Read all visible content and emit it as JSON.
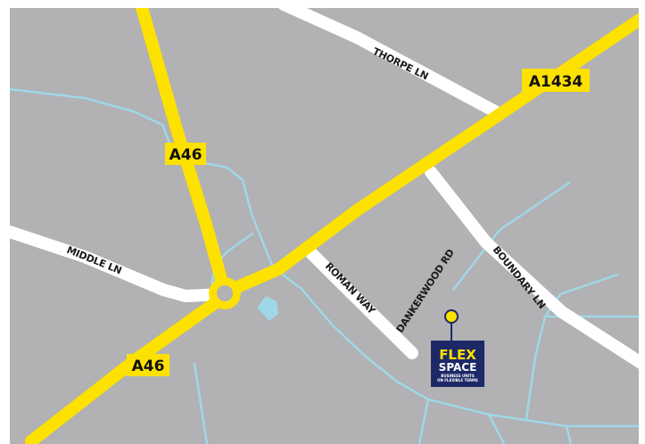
{
  "colors": {
    "land": "#b2b1b3",
    "minor_road": "#ffffff",
    "major_road": "#fde100",
    "water": "#9ed8e8",
    "pin": "#1d2966",
    "logo_bg": "#1d2966",
    "logo_accent": "#fde100"
  },
  "roads": {
    "thorpe_ln": "THORPE LN",
    "middle_ln": "MIDDLE LN",
    "roman_way": "ROMAN WAY",
    "dankerwood_rd": "DANKERWOOD RD",
    "boundary_ln": "BOUNDARY LN"
  },
  "shields": {
    "a46_north": "A46",
    "a46_south": "A46",
    "a1434": "A1434"
  },
  "location": {
    "logo_line1": "FLEX",
    "logo_line2": "SPACE",
    "logo_tagline1": "BUSINESS UNITS",
    "logo_tagline2": "ON FLEXIBLE TERMS"
  },
  "icons": {
    "marker": "location-pin-icon",
    "roundabout": "roundabout-icon"
  }
}
